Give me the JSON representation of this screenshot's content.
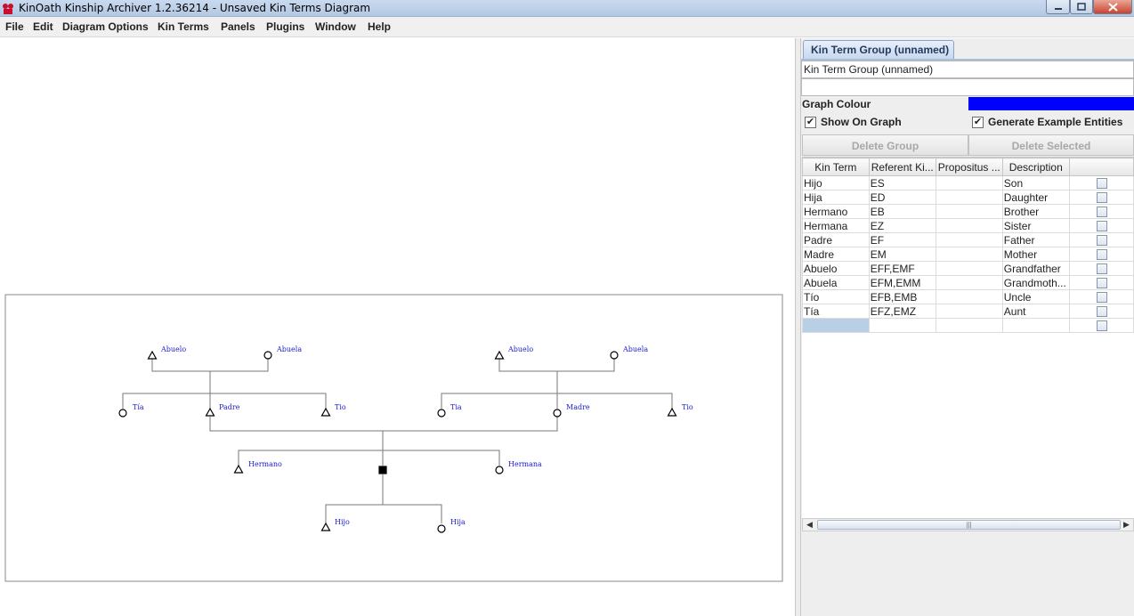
{
  "window": {
    "title": "KinOath Kinship Archiver 1.2.36214 - Unsaved Kin Terms Diagram",
    "app_icon": "kinoath-app-icon",
    "controls": {
      "minimize": "minimize-icon",
      "maximize": "maximize-icon",
      "close": "close-icon"
    }
  },
  "menu": [
    "File",
    "Edit",
    "Diagram Options",
    "Kin Terms",
    "Panels",
    "Plugins",
    "Window",
    "Help"
  ],
  "diagram": {
    "symbols": {
      "male": "triangle",
      "female": "circle",
      "ego": "filled-square"
    },
    "colors": {
      "label": "#1a1acc",
      "line": "#777777",
      "frame": "#888888"
    },
    "labels": {
      "p_abuelo": "Abuelo",
      "p_abuela": "Abuela",
      "p_tia": "Tía",
      "p_padre": "Padre",
      "p_tio": "Tio",
      "m_abuelo": "Abuelo",
      "m_abuela": "Abuela",
      "m_tia": "Tia",
      "m_madre": "Madre",
      "m_tio": "Tio",
      "hermano": "Hermano",
      "hermana": "Hermana",
      "hijo": "Hijo",
      "hija": "Hija"
    }
  },
  "panel": {
    "tab_label": "Kin Term Group (unnamed)",
    "group_name_value": "Kin Term Group (unnamed)",
    "second_field_value": "",
    "graph_colour_label": "Graph Colour",
    "graph_colour": "#0000ff",
    "show_on_graph": {
      "label": "Show On Graph",
      "checked": true,
      "mark": "✔"
    },
    "generate_examples": {
      "label": "Generate Example Entities",
      "checked": true,
      "mark": "✔"
    },
    "delete_group_label": "Delete Group",
    "delete_selected_label": "Delete Selected",
    "table": {
      "headers": [
        "Kin Term",
        "Referent Ki...",
        "Propositus ...",
        "Description",
        ""
      ],
      "rows": [
        [
          "Hijo",
          "ES",
          "",
          "Son"
        ],
        [
          "Hija",
          "ED",
          "",
          "Daughter"
        ],
        [
          "Hermano",
          "EB",
          "",
          "Brother"
        ],
        [
          "Hermana",
          "EZ",
          "",
          "Sister"
        ],
        [
          "Padre",
          "EF",
          "",
          "Father"
        ],
        [
          "Madre",
          "EM",
          "",
          "Mother"
        ],
        [
          "Abuelo",
          "EFF,EMF",
          "",
          "Grandfather"
        ],
        [
          "Abuela",
          "EFM,EMM",
          "",
          "Grandmoth..."
        ],
        [
          "Tío",
          "EFB,EMB",
          "",
          "Uncle"
        ],
        [
          "Tía",
          "EFZ,EMZ",
          "",
          "Aunt"
        ],
        [
          "",
          "",
          "",
          ""
        ]
      ]
    },
    "scrollbar": {
      "left_arrow": "◀",
      "right_arrow": "▶",
      "grip": "|||"
    }
  }
}
